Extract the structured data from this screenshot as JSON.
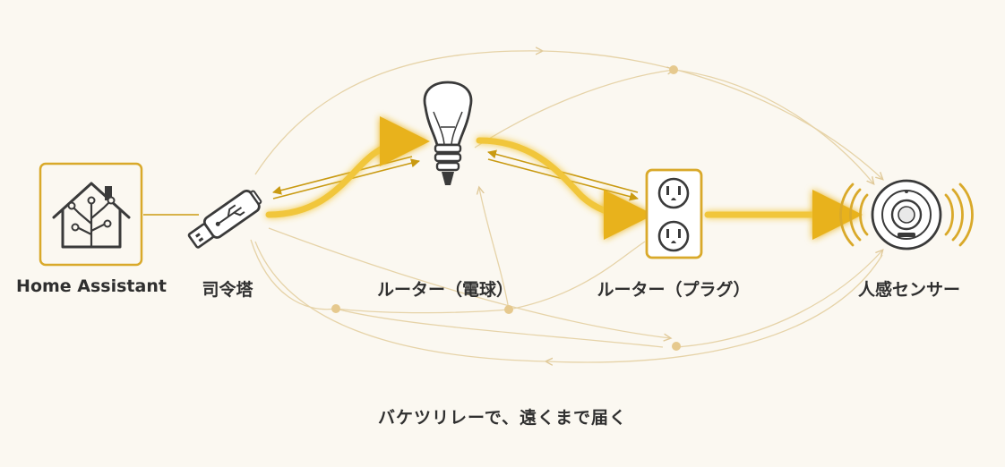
{
  "nodes": [
    {
      "id": "home_assistant",
      "label": "Home Assistant",
      "icon": "home-assistant-icon"
    },
    {
      "id": "coordinator",
      "label": "司令塔",
      "icon": "usb-dongle-icon"
    },
    {
      "id": "router_bulb",
      "label": "ルーター（電球）",
      "icon": "light-bulb-icon"
    },
    {
      "id": "router_plug",
      "label": "ルーター（プラグ）",
      "icon": "power-outlet-icon"
    },
    {
      "id": "motion_sensor",
      "label": "人感センサー",
      "icon": "motion-sensor-icon"
    }
  ],
  "caption": "バケツリレーで、遠くまで届く",
  "colors": {
    "background": "#fbf8f1",
    "accent": "#e8b21c",
    "accent_dark": "#c99a12",
    "faint_line": "#e6d3a8",
    "icon_stroke": "#3a3a3a",
    "text": "#2f2f2f"
  }
}
